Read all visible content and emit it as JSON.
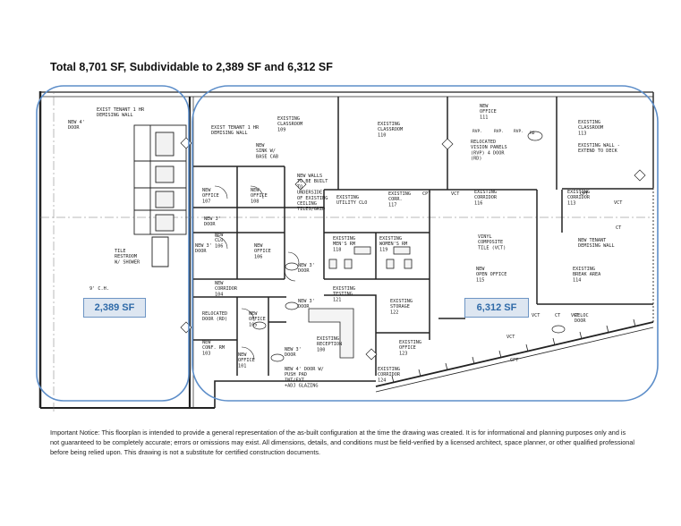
{
  "title": "Total 8,701 SF, Subdividable to 2,389 SF and 6,312 SF",
  "suites": [
    {
      "area": "2,389 SF"
    },
    {
      "area": "6,312 SF"
    }
  ],
  "rooms": {
    "exist_tenant_wall": [
      "EXIST TENANT 1 HR",
      "DEMISING WALL"
    ],
    "new_4_door_top": [
      "NEW 4'",
      "DOOR"
    ],
    "classroom_109": [
      "EXISTING",
      "CLASSROOM",
      "109"
    ],
    "classroom_110": [
      "EXISTING",
      "CLASSROOM",
      "110"
    ],
    "classroom_113": [
      "EXISTING",
      "CLASSROOM",
      "113"
    ],
    "new_office_111": [
      "NEW",
      "OFFICE",
      "111"
    ],
    "relocated_vision": [
      "RELOCATED",
      "VISION PANELS",
      "(RVP) 4 DOOR",
      "(RD)"
    ],
    "rvp_labels": [
      "RVP.",
      "RVP.",
      "RVP.",
      "RD"
    ],
    "existing_wall_deck": [
      "EXISTING WALL -",
      "EXTEND TO DECK"
    ],
    "exist_tenant_left": [
      "EXIST TENANT 1 HR",
      "DEMISING WALL"
    ],
    "new_sink": [
      "NEW",
      "SINK W/",
      "BASE CAB"
    ],
    "new_walls": [
      "NEW WALLS",
      "TO BE BUILT",
      "TO",
      "UNDERSIDE",
      "OF EXISTING",
      "CEILING",
      "TILES/GRID"
    ],
    "office_107": [
      "NEW",
      "OFFICE",
      "107"
    ],
    "office_108": [
      "NEW",
      "OFFICE",
      "108"
    ],
    "office_106": [
      "NEW",
      "OFFICE",
      "106"
    ],
    "office_105": [
      "NEW",
      "OFFICE",
      "105"
    ],
    "office_101": [
      "NEW",
      "OFFICE",
      "101"
    ],
    "new_3_door_a": [
      "NEW 3'",
      "DOOR"
    ],
    "new_3_door_b": [
      "NEW 3'",
      "DOOR"
    ],
    "new_3_door_c": [
      "NEW 3'",
      "DOOR"
    ],
    "new_3_door_d": [
      "NEW 3'",
      "DOOR"
    ],
    "new_3_door_e": [
      "NEW 3'",
      "DOOR"
    ],
    "new_clo": [
      "NEW",
      "CLO",
      "106"
    ],
    "corridor_104": [
      "NEW",
      "CORRIDOR",
      "104"
    ],
    "relocated_door": [
      "RELOCATED",
      "DOOR (RD)"
    ],
    "conf_rm": [
      "NEW",
      "CONF. RM",
      "103"
    ],
    "utility_clo": [
      "EXISTING",
      "UTILITY CLO"
    ],
    "exist_corr": [
      "EXISTING",
      "CORR.",
      "117"
    ],
    "mens_rm": [
      "EXISTING",
      "MEN'S RM",
      "118"
    ],
    "womens_rm": [
      "EXISTING",
      "WOMEN'S RM",
      "119"
    ],
    "exist_testing": [
      "EXISTING",
      "TESTING",
      "121"
    ],
    "exist_storage": [
      "EXISTING",
      "STORAGE",
      "122"
    ],
    "exist_reception": [
      "EXISTING",
      "RECEPTION",
      "100"
    ],
    "exist_office_123": [
      "EXISTING",
      "OFFICE",
      "123"
    ],
    "exist_corridor_124": [
      "EXISTING",
      "CORRIDOR",
      "124"
    ],
    "exist_corridor_116": [
      "EXISTING",
      "CORRIDOR",
      "116"
    ],
    "exist_corridor_113": [
      "EXISTING",
      "CORRIDOR",
      "113"
    ],
    "vinyl": [
      "VINYL",
      "COMPOSITE",
      "TILE (VCT)"
    ],
    "open_office": [
      "NEW",
      "OPEN OFFICE",
      "115"
    ],
    "new_tenant_wall": [
      "NEW TENANT",
      "DEMISING WALL"
    ],
    "break_area": [
      "EXISTING",
      "BREAK AREA",
      "114"
    ],
    "reloc_door": [
      "RELOC",
      "DOOR"
    ],
    "new_4_door_push": [
      "NEW 4' DOOR W/",
      "PUSH PAD",
      "INT/EXT",
      "+ADJ GLAZING"
    ],
    "tile_restroom": [
      "TILE",
      "RESTROOM",
      "W/ SHOWER"
    ],
    "ch_9": "9' C.H.",
    "cpt": "CPT",
    "vct": "VCT",
    "ct": "CT"
  },
  "notice": "Important Notice: This floorplan is intended to provide a general representation of the as-built configuration at the time the drawing was created. It is for informational and planning purposes only and is not guaranteed to be completely accurate; errors or omissions may exist. All dimensions, details, and conditions must be field-verified by a licensed architect, space planner, or other qualified professional before being relied upon. This drawing is not a substitute for certified construction documents."
}
